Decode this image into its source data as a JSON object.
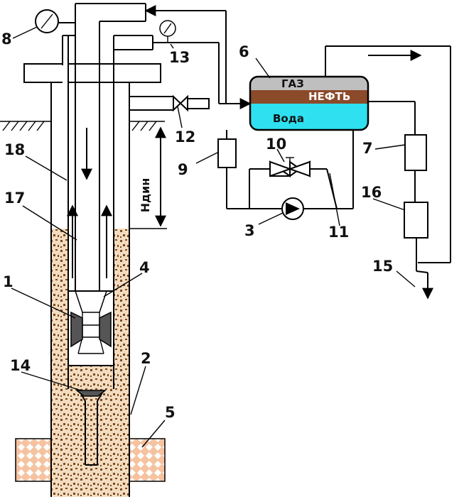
{
  "labels": {
    "n1": "1",
    "n2": "2",
    "n3": "3",
    "n4": "4",
    "n5": "5",
    "n6": "6",
    "n7": "7",
    "n8": "8",
    "n9": "9",
    "n10": "10",
    "n11": "11",
    "n12": "12",
    "n13": "13",
    "n14": "14",
    "n15": "15",
    "n16": "16",
    "n17": "17",
    "n18": "18"
  },
  "tank": {
    "gas": "ГАЗ",
    "oil": "НЕФТЬ",
    "water": "Вода"
  },
  "dynamic_level_label": "Hдин",
  "colors": {
    "sand_bg": "#f3dcc0",
    "sand_dot": "#7a4a1f",
    "formation_bg": "#f5c3a0",
    "formation_dot": "#ffffff",
    "gas_layer": "#bfbfbf",
    "oil_layer": "#8b4a2a",
    "water_layer": "#2ee0f0",
    "nozzle_fill": "#555555"
  }
}
